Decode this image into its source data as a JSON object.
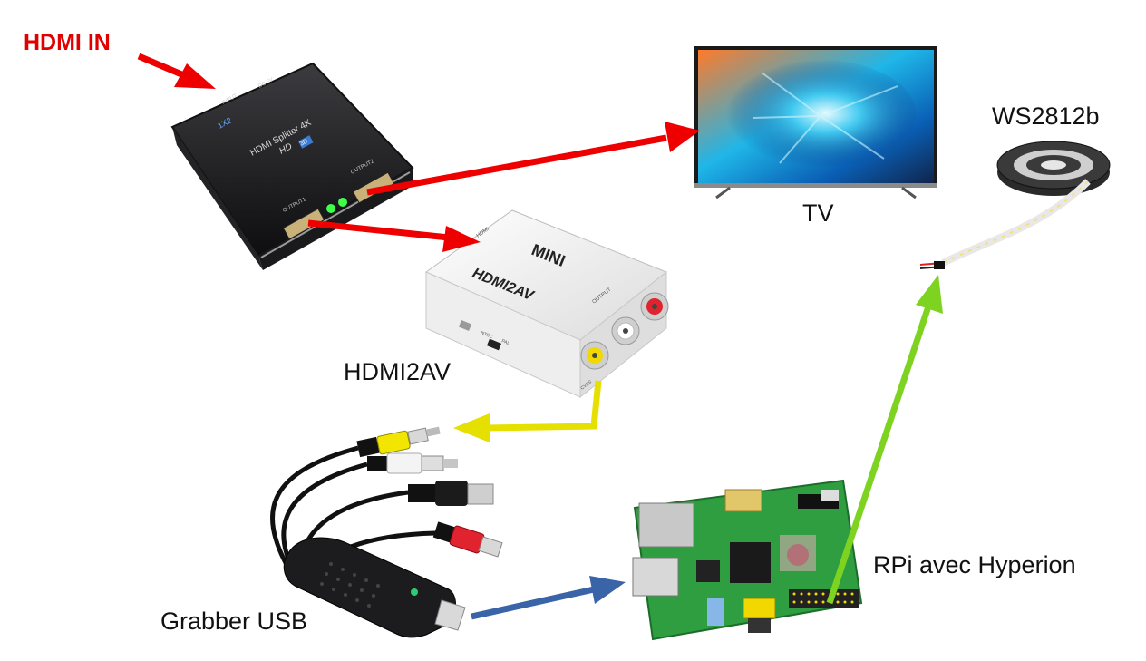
{
  "labels": {
    "hdmi_in": "HDMI IN",
    "tv": "TV",
    "ws2812b": "WS2812b",
    "hdmi2av": "HDMI2AV",
    "grabber": "Grabber USB",
    "rpi": "RPi avec Hyperion"
  },
  "device_text": {
    "splitter_name": "HDMI Splitter 4K",
    "splitter_hd": "HD",
    "splitter_3d": "3D",
    "splitter_ratio": "1X2",
    "splitter_input": "INPUT",
    "splitter_dc": "DC 5V",
    "splitter_out1": "OUTPUT1",
    "splitter_out2": "OUTPUT2",
    "converter_mini": "MINI",
    "converter_name": "HDMI2AV",
    "converter_output": "OUTPUT",
    "converter_hdmi": "HDMI",
    "converter_ntsc": "NTSC",
    "converter_pal": "PAL",
    "converter_cvbs": "CVBS"
  },
  "colors": {
    "hdmi_signal": "#ee0000",
    "av_signal": "#e6e000",
    "usb_link": "#3a64a8",
    "led_link": "#7ed321",
    "hdmi_in_text": "#e00000"
  }
}
